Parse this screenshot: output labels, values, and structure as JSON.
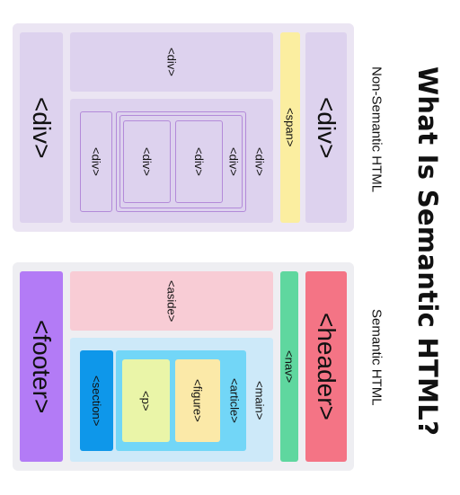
{
  "title": "What Is Semantic HTML?",
  "non_semantic": {
    "caption": "Non-Semantic HTML",
    "labels": {
      "div_right": "<div>",
      "span": "<span>",
      "div_top": "<div>",
      "div_mid_outer": "<div>",
      "div_mid_inner": "<div>",
      "div_box_a": "<div>",
      "div_box_b": "<div>",
      "div_small": "<div>",
      "div_left": "<div>"
    }
  },
  "semantic": {
    "caption": "Semantic HTML",
    "labels": {
      "header": "<header>",
      "nav": "<nav>",
      "aside": "<aside>",
      "main": "<main>",
      "article": "<article>",
      "figure": "<figure>",
      "p": "<p>",
      "section": "<section>",
      "footer": "<footer>"
    }
  },
  "colors": {
    "header": "#f47485",
    "nav": "#5fd79f",
    "aside": "#f8ccd5",
    "main": "#cde9f9",
    "article": "#72d6f7",
    "figure": "#fbe9a8",
    "p": "#eaf5a8",
    "section": "#0e97ea",
    "footer": "#b37bf6",
    "non_semantic_block": "#ddd2ee",
    "span": "#fbeea0",
    "outline": "#b38ad9"
  }
}
